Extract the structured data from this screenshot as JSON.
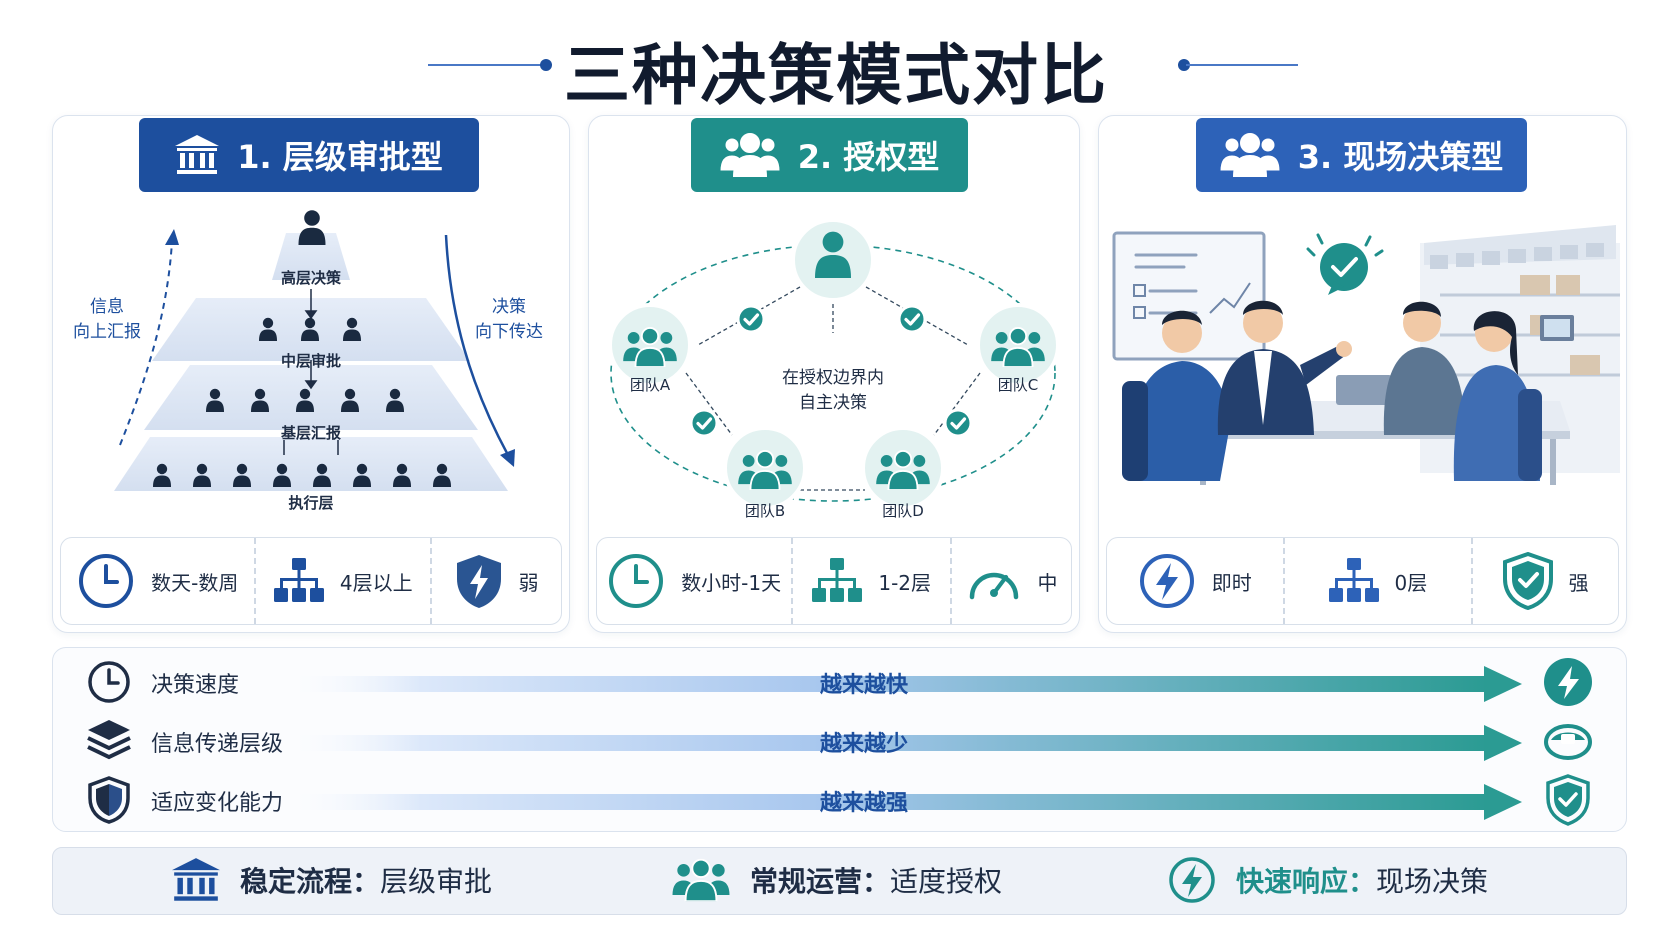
{
  "title": "三种决策模式对比",
  "colors": {
    "navy": "#1d4f9e",
    "teal": "#1f8f8b",
    "blue": "#2d62b8"
  },
  "panels": [
    {
      "title": "1. 层级审批型",
      "pyramid_levels": [
        "高层决策",
        "中层审批",
        "基层汇报",
        "执行层"
      ],
      "up_label": "信息\n向上汇报",
      "down_label": "决策\n向下传达",
      "stats": [
        {
          "icon": "clock-icon",
          "text": "数天-数周"
        },
        {
          "icon": "org-chart-icon",
          "text": "4层以上"
        },
        {
          "icon": "shield-lightning-icon",
          "text": "弱"
        }
      ]
    },
    {
      "title": "2. 授权型",
      "teams": [
        "团队A",
        "团队B",
        "团队C",
        "团队D"
      ],
      "center_text": "在授权边界内\n自主决策",
      "stats": [
        {
          "icon": "clock-icon",
          "text": "数小时-1天"
        },
        {
          "icon": "org-chart-icon",
          "text": "1-2层"
        },
        {
          "icon": "speedometer-icon",
          "text": "中"
        }
      ]
    },
    {
      "title": "3. 现场决策型",
      "stats": [
        {
          "icon": "lightning-icon",
          "text": "即时"
        },
        {
          "icon": "org-chart-icon",
          "text": "0层"
        },
        {
          "icon": "shield-check-icon",
          "text": "强"
        }
      ]
    }
  ],
  "trends": [
    {
      "label": "决策速度",
      "value": "越来越快",
      "icon": "clock-icon",
      "end_icon": "lightning-badge-icon"
    },
    {
      "label": "信息传递层级",
      "value": "越来越少",
      "icon": "layers-icon",
      "end_icon": "layers-badge-icon"
    },
    {
      "label": "适应变化能力",
      "value": "越来越强",
      "icon": "shield-icon",
      "end_icon": "shield-check-badge-icon"
    }
  ],
  "bottom": [
    {
      "icon": "bank-icon",
      "strong": "稳定流程：",
      "text": "层级审批"
    },
    {
      "icon": "team-icon",
      "strong": "常规运营：",
      "text": "适度授权"
    },
    {
      "icon": "lightning-circle-icon",
      "strong": "快速响应：",
      "text": "现场决策"
    }
  ]
}
